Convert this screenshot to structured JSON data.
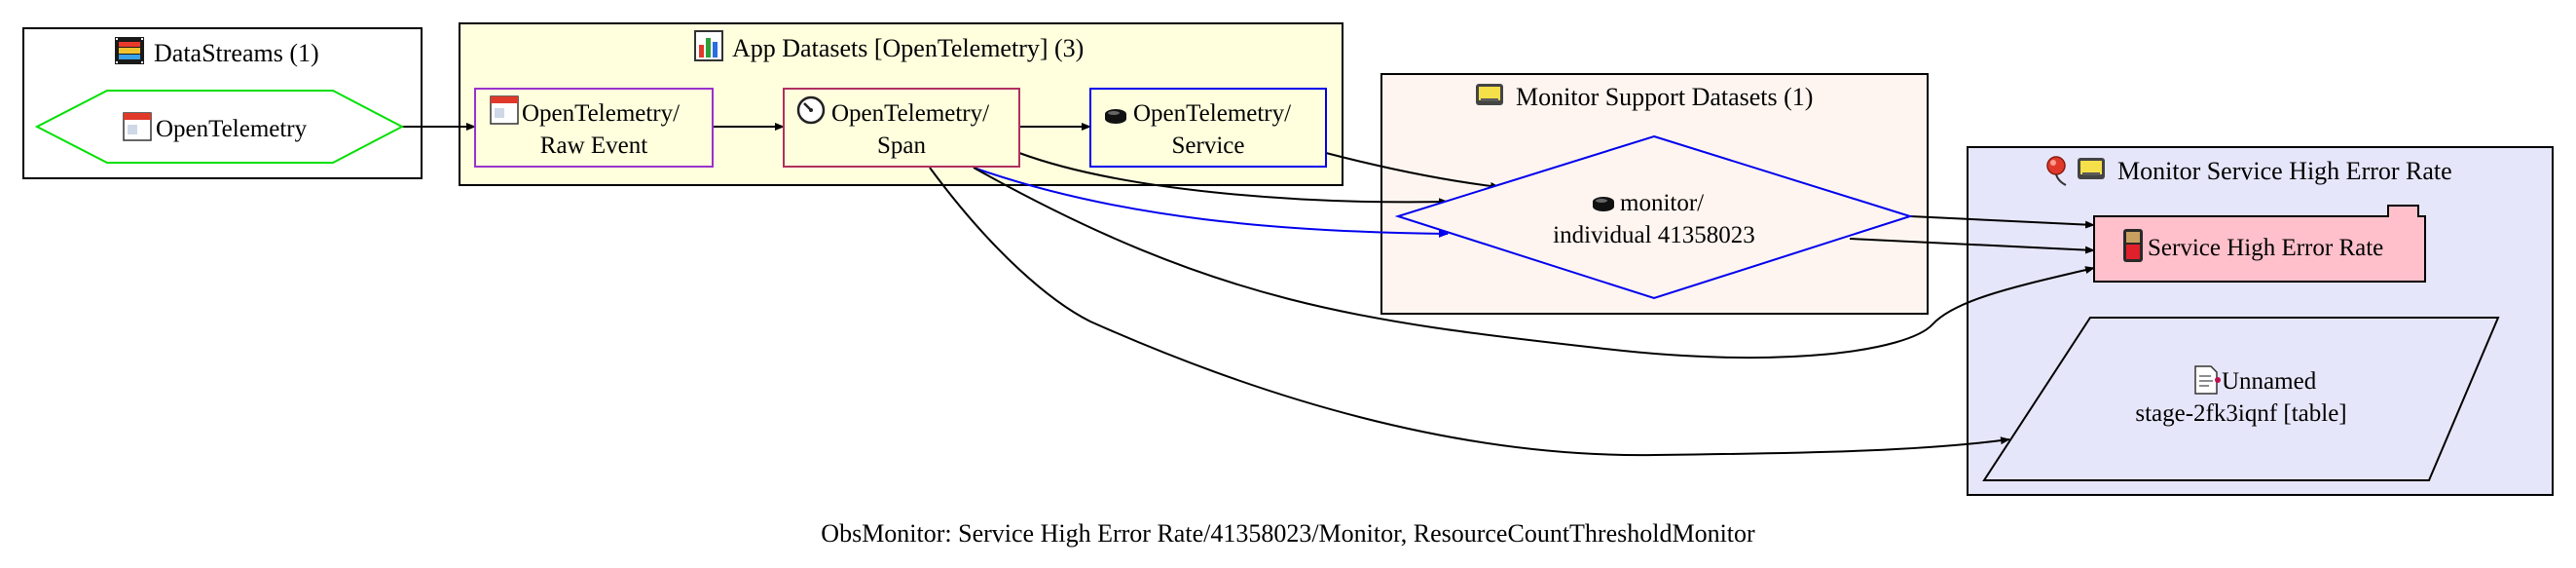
{
  "clusters": {
    "datastreams": {
      "label": "DataStreams (1)",
      "icon": "film-strip-icon"
    },
    "app_datasets": {
      "label": "App Datasets [OpenTelemetry] (3)",
      "icon": "bar-chart-icon"
    },
    "support": {
      "label": "Monitor Support Datasets (1)",
      "icon": "monitor-icon"
    },
    "monitor": {
      "label": "Monitor Service High Error Rate",
      "icons": [
        "pin-icon",
        "monitor-icon"
      ]
    }
  },
  "nodes": {
    "ds_opentelemetry": {
      "label": "OpenTelemetry",
      "icon": "window-icon",
      "border": "#00e000"
    },
    "raw_event": {
      "line1": "OpenTelemetry/",
      "line2": "Raw Event",
      "icon": "window-icon",
      "border": "#9a32cd"
    },
    "span": {
      "line1": "OpenTelemetry/",
      "line2": "Span",
      "icon": "stopwatch-icon",
      "border": "#b03060"
    },
    "service": {
      "line1": "OpenTelemetry/",
      "line2": "Service",
      "icon": "puck-icon",
      "border": "#0000ee"
    },
    "monitor_individual": {
      "line1": "monitor/",
      "line2": "individual 41358023",
      "icon": "puck-icon",
      "border": "#0000ee"
    },
    "error_rate": {
      "label": "Service High Error Rate",
      "icon": "battery-icon",
      "fill": "#ffc0cb"
    },
    "unnamed": {
      "line1": "Unnamed",
      "line2": "stage-2fk3iqnf [table]",
      "icon": "document-icon"
    }
  },
  "caption": "ObsMonitor: Service High Error Rate/41358023/Monitor, ResourceCountThresholdMonitor",
  "colors": {
    "datastreams_fill": "#ffffff",
    "app_fill": "#ffffde",
    "support_fill": "#fff5f0",
    "monitor_fill": "#e6e6fa",
    "blue_edge": "#0000ee"
  }
}
